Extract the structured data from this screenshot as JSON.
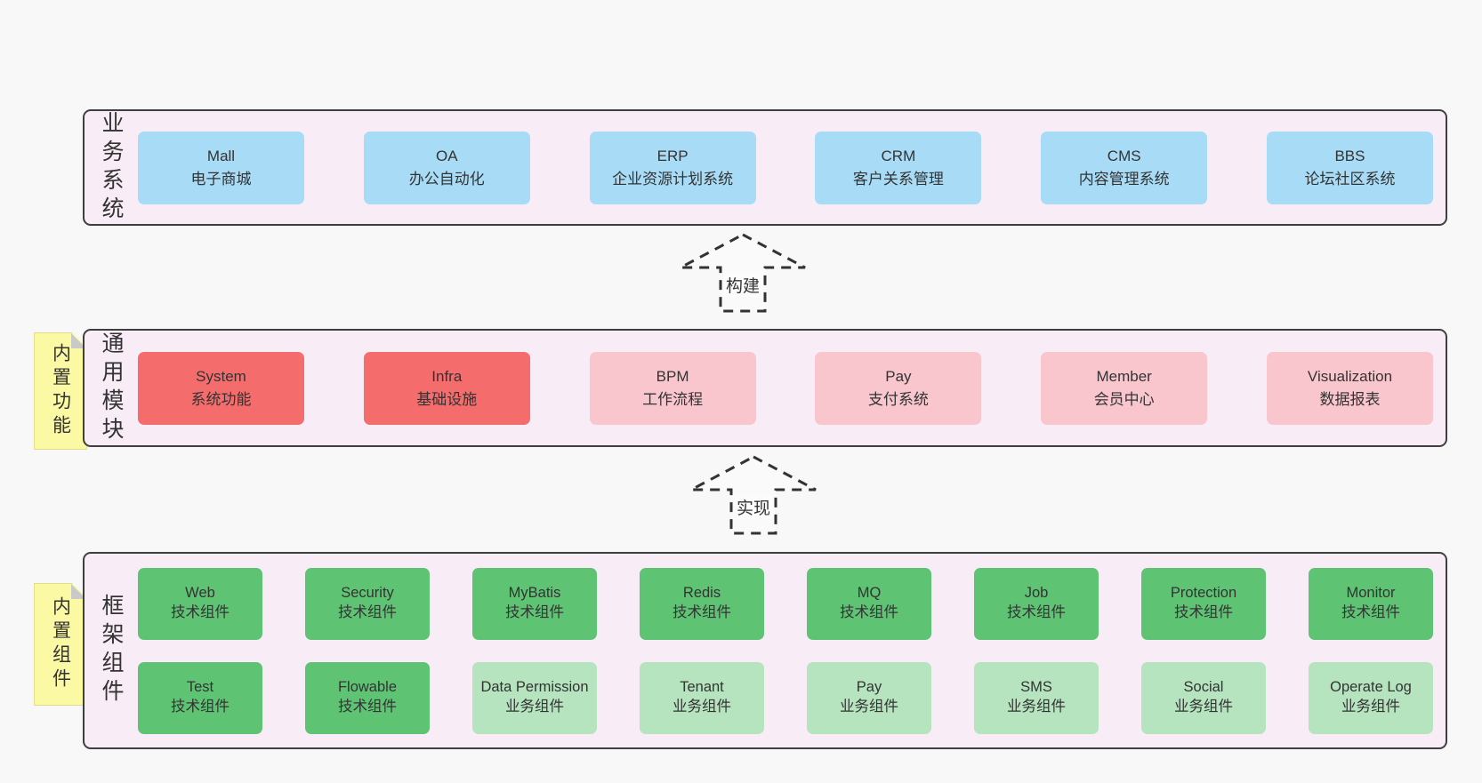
{
  "colors": {
    "page_bg": "#f8f8f8",
    "band_bg": "#f8edf7",
    "band_border": "#3f3f3f",
    "box_blue": "#a8dbf5",
    "box_red": "#f46c6c",
    "box_pink": "#f9c6ce",
    "box_green": "#5fc374",
    "box_light_green": "#b5e4bf",
    "sticky_yellow": "#fbf9a3",
    "sticky_fold_gray": "#c9c9c9",
    "text": "#333333"
  },
  "arrows": [
    {
      "label": "构建"
    },
    {
      "label": "实现"
    }
  ],
  "layers": [
    {
      "label": "业务系统",
      "boxes": [
        {
          "name": "Mall",
          "desc": "电子商城",
          "type": "blue"
        },
        {
          "name": "OA",
          "desc": "办公自动化",
          "type": "blue"
        },
        {
          "name": "ERP",
          "desc": "企业资源计划系统",
          "type": "blue"
        },
        {
          "name": "CRM",
          "desc": "客户关系管理",
          "type": "blue"
        },
        {
          "name": "CMS",
          "desc": "内容管理系统",
          "type": "blue"
        },
        {
          "name": "BBS",
          "desc": "论坛社区系统",
          "type": "blue"
        }
      ]
    },
    {
      "label": "通用模块",
      "sticky": "内置功能",
      "boxes": [
        {
          "name": "System",
          "desc": "系统功能",
          "type": "red"
        },
        {
          "name": "Infra",
          "desc": "基础设施",
          "type": "red"
        },
        {
          "name": "BPM",
          "desc": "工作流程",
          "type": "pink"
        },
        {
          "name": "Pay",
          "desc": "支付系统",
          "type": "pink"
        },
        {
          "name": "Member",
          "desc": "会员中心",
          "type": "pink"
        },
        {
          "name": "Visualization",
          "desc": "数据报表",
          "type": "pink"
        }
      ]
    },
    {
      "label": "框架组件",
      "sticky": "内置组件",
      "rows": [
        [
          {
            "name": "Web",
            "desc": "技术组件",
            "type": "green"
          },
          {
            "name": "Security",
            "desc": "技术组件",
            "type": "green"
          },
          {
            "name": "MyBatis",
            "desc": "技术组件",
            "type": "green"
          },
          {
            "name": "Redis",
            "desc": "技术组件",
            "type": "green"
          },
          {
            "name": "MQ",
            "desc": "技术组件",
            "type": "green"
          },
          {
            "name": "Job",
            "desc": "技术组件",
            "type": "green"
          },
          {
            "name": "Protection",
            "desc": "技术组件",
            "type": "green"
          },
          {
            "name": "Monitor",
            "desc": "技术组件",
            "type": "green"
          }
        ],
        [
          {
            "name": "Test",
            "desc": "技术组件",
            "type": "green"
          },
          {
            "name": "Flowable",
            "desc": "技术组件",
            "type": "green"
          },
          {
            "name": "Data Permission",
            "desc": "业务组件",
            "type": "light-green"
          },
          {
            "name": "Tenant",
            "desc": "业务组件",
            "type": "light-green"
          },
          {
            "name": "Pay",
            "desc": "业务组件",
            "type": "light-green"
          },
          {
            "name": "SMS",
            "desc": "业务组件",
            "type": "light-green"
          },
          {
            "name": "Social",
            "desc": "业务组件",
            "type": "light-green"
          },
          {
            "name": "Operate Log",
            "desc": "业务组件",
            "type": "light-green"
          }
        ]
      ]
    }
  ]
}
